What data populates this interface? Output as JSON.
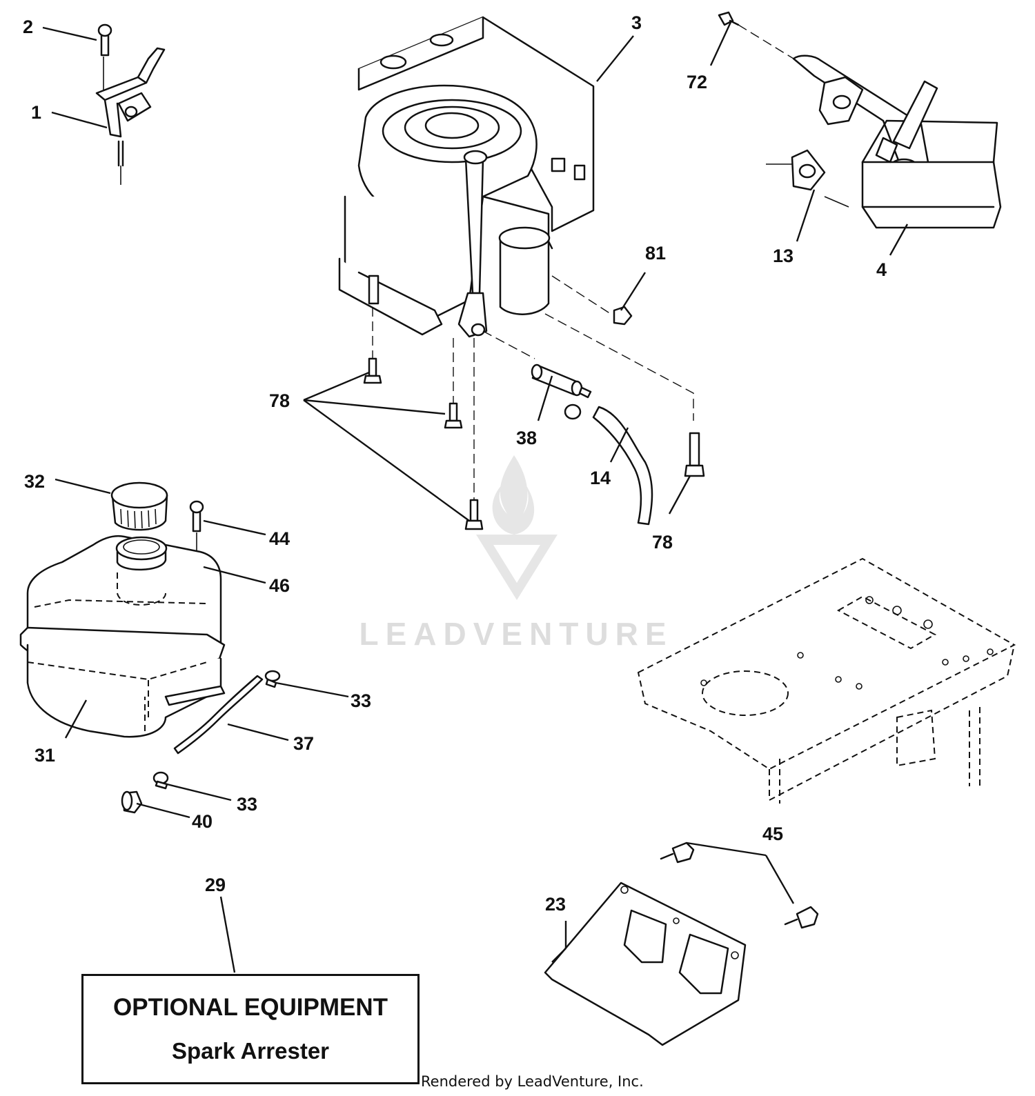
{
  "watermark": {
    "brand": "LEADVENTURE"
  },
  "callouts": {
    "c1": "1",
    "c2": "2",
    "c3": "3",
    "c4": "4",
    "c13": "13",
    "c14": "14",
    "c23": "23",
    "c29": "29",
    "c31": "31",
    "c32": "32",
    "c33a": "33",
    "c33b": "33",
    "c37": "37",
    "c38": "38",
    "c40": "40",
    "c44": "44",
    "c45": "45",
    "c46": "46",
    "c72": "72",
    "c78a": "78",
    "c78b": "78",
    "c81": "81"
  },
  "note": {
    "title": "OPTIONAL EQUIPMENT",
    "subtitle": "Spark Arrester"
  },
  "footer": "Rendered by LeadVenture, Inc."
}
